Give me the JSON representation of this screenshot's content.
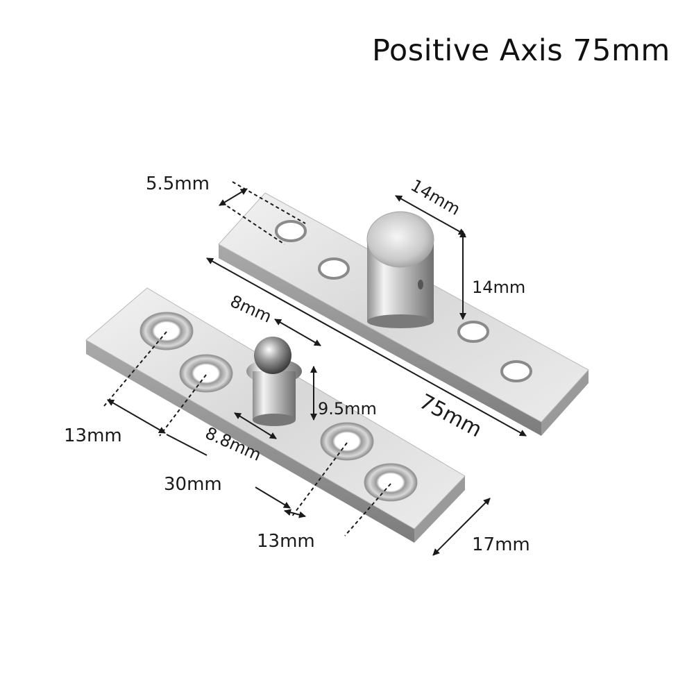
{
  "title": "Positive Axis 75mm",
  "dimensions": {
    "top_hole_spacing": "5.5mm",
    "pin_diameter": "14mm",
    "pin_height": "14mm",
    "pivot_diameter": "8mm",
    "length": "75mm",
    "pivot_height": "9.5mm",
    "left_hole_spacing": "13mm",
    "pivot_offset": "8.8mm",
    "center_spacing": "30mm",
    "right_hole_spacing": "13mm",
    "width": "17mm"
  },
  "colors": {
    "steel_light": "#e9e9e9",
    "steel_mid": "#c4c4c4",
    "steel_dark": "#8d8d8d",
    "line": "#1a1a1a"
  }
}
